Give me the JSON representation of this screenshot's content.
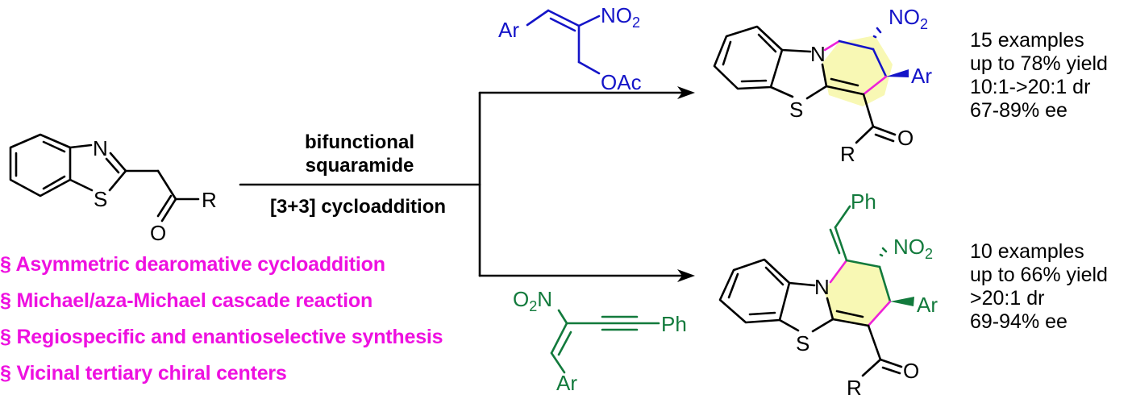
{
  "scheme": {
    "title": "Asymmetric dearomative [3+3] cycloaddition of 2-benzothiazolyl ketones",
    "colors": {
      "reagent_1": "#1414c8",
      "reagent_2": "#127a3c",
      "highlight_bond": "#ee22d8",
      "ring_fill": "#f8f8b4",
      "bullet_text": "#ee10e0",
      "default": "#000000"
    },
    "starting_material": {
      "name": "2-(benzothiazol-2-yl) ketone",
      "atoms": {
        "n": "N",
        "s": "S",
        "o": "O",
        "r": "R"
      }
    },
    "conditions": {
      "catalyst_line1": "bifunctional",
      "catalyst_line2": "squaramide",
      "reaction_type": "[3+3] cycloaddition"
    },
    "reagent_top": {
      "name": "MBH acetate of nitroalkene",
      "atoms": {
        "ar": "Ar",
        "no2": "NO",
        "no2_sub": "2",
        "oac": "OAc"
      }
    },
    "reagent_bottom": {
      "name": "nitro-enyne",
      "atoms": {
        "o2n_o": "O",
        "o2n_sub": "2",
        "o2n_n": "N",
        "ph": "Ph",
        "ar": "Ar"
      }
    },
    "product_top": {
      "atoms": {
        "n": "N",
        "s": "S",
        "no2": "NO",
        "no2_sub": "2",
        "ar": "Ar",
        "o": "O",
        "r": "R"
      },
      "stats": [
        "15 examples",
        "up to 78% yield",
        "10:1->20:1 dr",
        "67-89% ee"
      ]
    },
    "product_bottom": {
      "atoms": {
        "n": "N",
        "s": "S",
        "ph": "Ph",
        "no2": "NO",
        "no2_sub": "2",
        "ar": "Ar",
        "o": "O",
        "r": "R"
      },
      "stats": [
        "10 examples",
        "up to 66% yield",
        ">20:1 dr",
        "69-94% ee"
      ]
    },
    "highlights": [
      "§ Asymmetric dearomative cycloaddition",
      "§ Michael/aza-Michael cascade reaction",
      "§ Regiospecific and enantioselective synthesis",
      "§ Vicinal tertiary chiral centers"
    ]
  }
}
